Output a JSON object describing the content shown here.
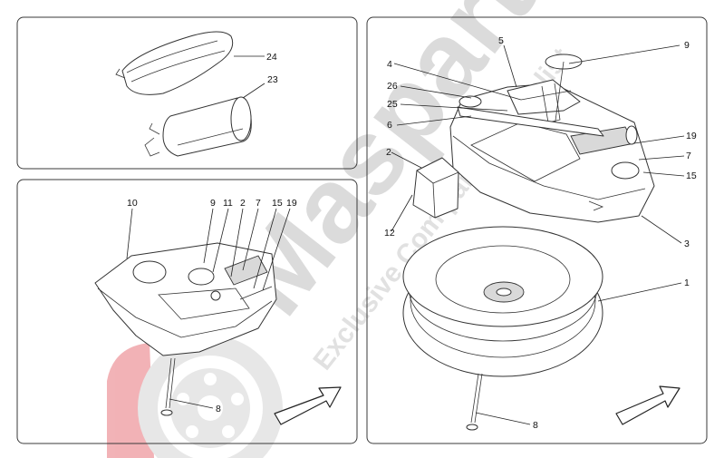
{
  "watermark": {
    "brand": "Masparts",
    "tagline": "Exclusive Com parts specialist",
    "brand_color": "#c8c8c8",
    "logo_accent": "#e8747c"
  },
  "panels": {
    "top_left": {
      "callouts": [
        "24",
        "23"
      ]
    },
    "bottom_left": {
      "callouts": [
        "10",
        "9",
        "11",
        "2",
        "7",
        "15",
        "19",
        "8"
      ]
    },
    "right": {
      "callouts": [
        "5",
        "9",
        "4",
        "26",
        "25",
        "6",
        "19",
        "7",
        "15",
        "2",
        "12",
        "3",
        "1",
        "8"
      ]
    }
  }
}
